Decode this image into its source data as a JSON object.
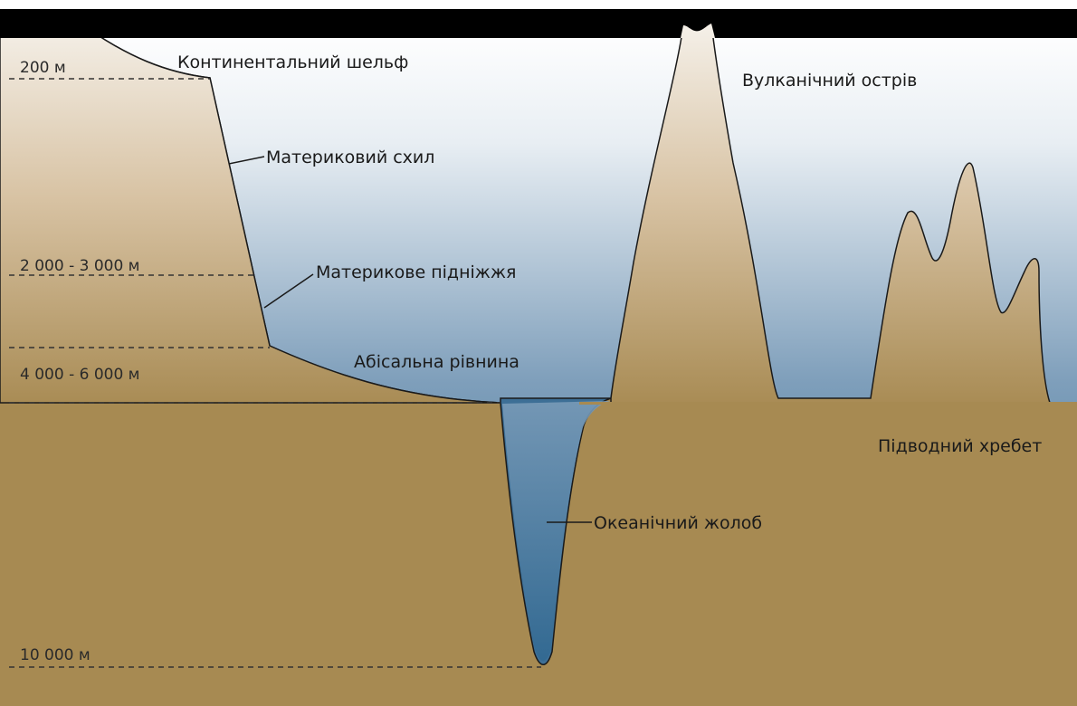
{
  "depth_labels": {
    "d200": "200 м",
    "d2000": "2 000 - 3 000 м",
    "d4000": "4 000 - 6 000 м",
    "d10000": "10 000 м"
  },
  "feature_labels": {
    "continental_shelf": "Континентальний шельф",
    "continental_slope": "Материковий схил",
    "continental_rise": "Материкове підніжжя",
    "abyssal_plain": "Абісальна рівнина",
    "oceanic_trench": "Океанічний жолоб",
    "volcanic_island": "Вулканічний острів",
    "underwater_ridge": "Підводний хребет"
  },
  "colors": {
    "sea_surface": "#ffffff",
    "sea_deep": "#2f6790",
    "land_light": "#f3ece2",
    "land_mid": "#c6a880",
    "ground": "#a78a52",
    "sky_band": "#000000"
  }
}
